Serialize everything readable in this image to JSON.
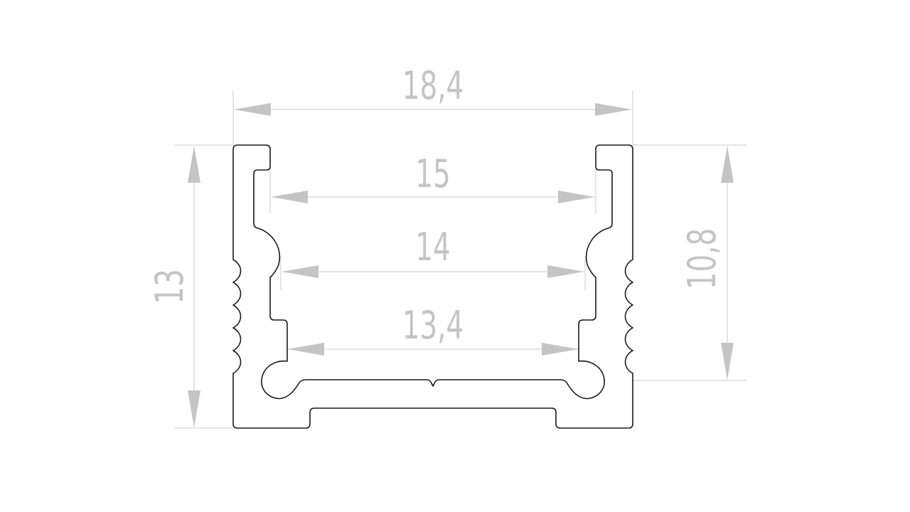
{
  "dimensions": {
    "overall_width": "18,4",
    "inner_width_top": "15",
    "inner_width_mid": "14",
    "inner_width_bottom": "13,4",
    "overall_height": "13",
    "inner_height": "10,8"
  },
  "colors": {
    "profile_outline": "#1a1a1a",
    "dimension_lines": "#c8c8c8",
    "dimension_text": "#c4c4c4",
    "background": "#ffffff"
  }
}
